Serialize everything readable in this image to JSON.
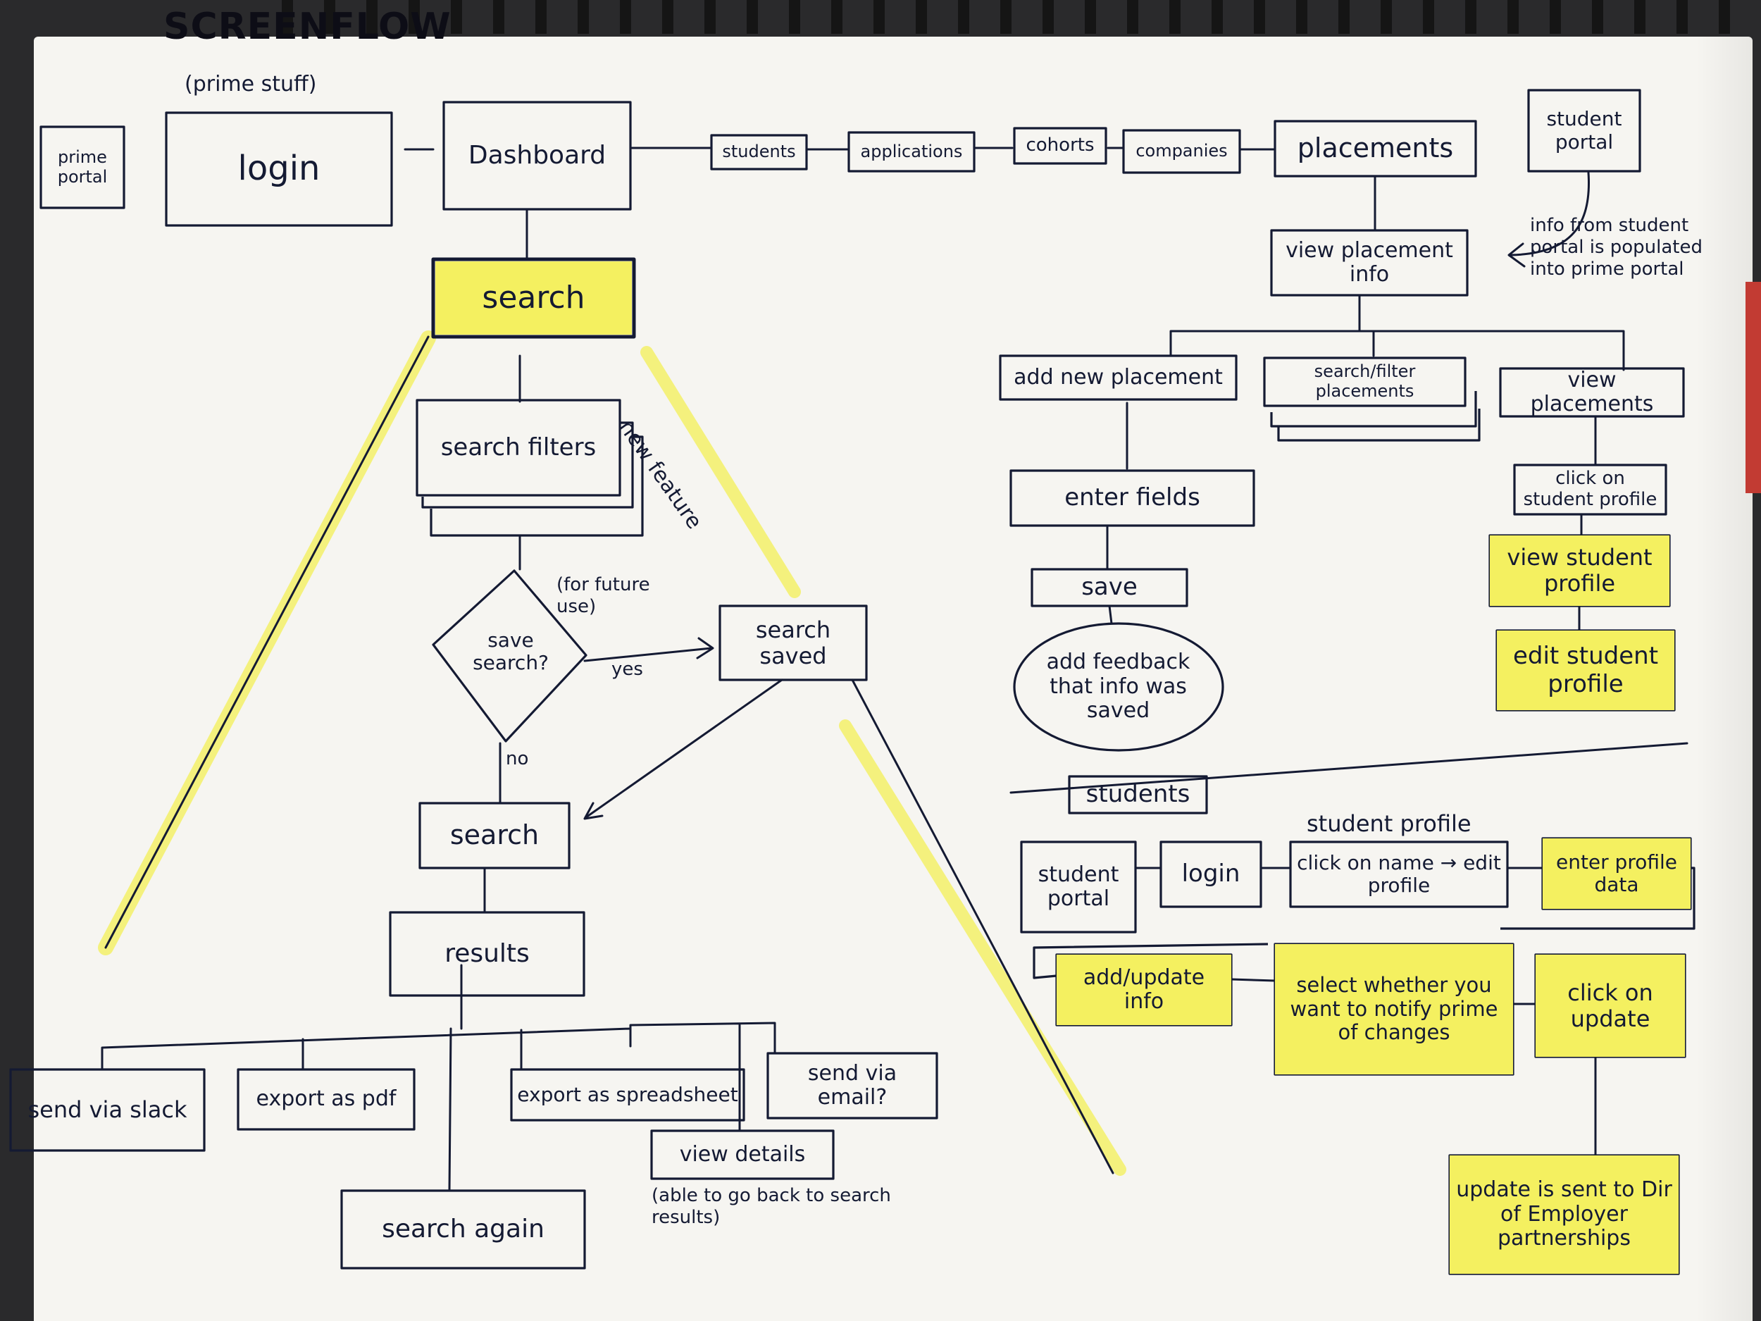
{
  "title": "SCREENFLOW",
  "section_students": "students",
  "colors": {
    "ink": "#141a33",
    "highlight": "#f4f060",
    "paper": "#f6f5f1",
    "background": "#2a2a2c"
  },
  "nodes": [
    {
      "id": "prime_portal",
      "label": "prime portal"
    },
    {
      "id": "login",
      "label": "login"
    },
    {
      "id": "dashboard",
      "label": "Dashboard"
    },
    {
      "id": "students_tab",
      "label": "students"
    },
    {
      "id": "applications_tab",
      "label": "applications"
    },
    {
      "id": "cohorts_tab",
      "label": "cohorts"
    },
    {
      "id": "companies_tab",
      "label": "companies"
    },
    {
      "id": "placements_tab",
      "label": "placements"
    },
    {
      "id": "student_portal_top",
      "label": "student portal"
    },
    {
      "id": "view_placement_info",
      "label": "view placement info"
    },
    {
      "id": "add_new_placement",
      "label": "add new placement"
    },
    {
      "id": "search_filter_placements",
      "label": "search/filter placements"
    },
    {
      "id": "view_placements",
      "label": "view placements"
    },
    {
      "id": "enter_fields",
      "label": "enter fields"
    },
    {
      "id": "save",
      "label": "save"
    },
    {
      "id": "add_feedback",
      "label": "add feedback that info was saved"
    },
    {
      "id": "click_on_student_profile",
      "label": "click on student profile"
    },
    {
      "id": "view_student_profile",
      "label": "view student profile",
      "highlight": true
    },
    {
      "id": "edit_student_profile",
      "label": "edit student profile",
      "highlight": true
    },
    {
      "id": "search_main",
      "label": "search",
      "highlight": true
    },
    {
      "id": "search_filters",
      "label": "search filters"
    },
    {
      "id": "save_search",
      "label": "save search?"
    },
    {
      "id": "search_saved",
      "label": "search saved"
    },
    {
      "id": "search_step",
      "label": "search"
    },
    {
      "id": "results",
      "label": "results"
    },
    {
      "id": "send_via_slack",
      "label": "send via slack"
    },
    {
      "id": "export_as_pdf",
      "label": "export as pdf"
    },
    {
      "id": "export_as_spreadsheet",
      "label": "export as spreadsheet"
    },
    {
      "id": "send_via_email",
      "label": "send via email?"
    },
    {
      "id": "view_details",
      "label": "view details"
    },
    {
      "id": "search_again",
      "label": "search again"
    },
    {
      "id": "sp_student_portal",
      "label": "student portal"
    },
    {
      "id": "sp_login",
      "label": "login"
    },
    {
      "id": "click_on_name",
      "label": "click on name → edit profile"
    },
    {
      "id": "enter_profile_data",
      "label": "enter profile data",
      "highlight": true
    },
    {
      "id": "add_update_info",
      "label": "add/update info",
      "highlight": true
    },
    {
      "id": "select_notify",
      "label": "select whether you want to notify prime of changes",
      "highlight": true
    },
    {
      "id": "click_update",
      "label": "click on update",
      "highlight": true
    },
    {
      "id": "update_sent",
      "label": "update is sent to Dir of Employer partnerships",
      "highlight": true
    }
  ],
  "annotations": {
    "prime_stuff": "(prime stuff)",
    "new_feature": "new feature",
    "for_future_use": "(for future use)",
    "yes": "yes",
    "no": "no",
    "info_from_student_portal": "info from student portal is populated into prime portal",
    "able_to_go_back": "(able to go back to search results)",
    "student_profile": "student profile"
  }
}
